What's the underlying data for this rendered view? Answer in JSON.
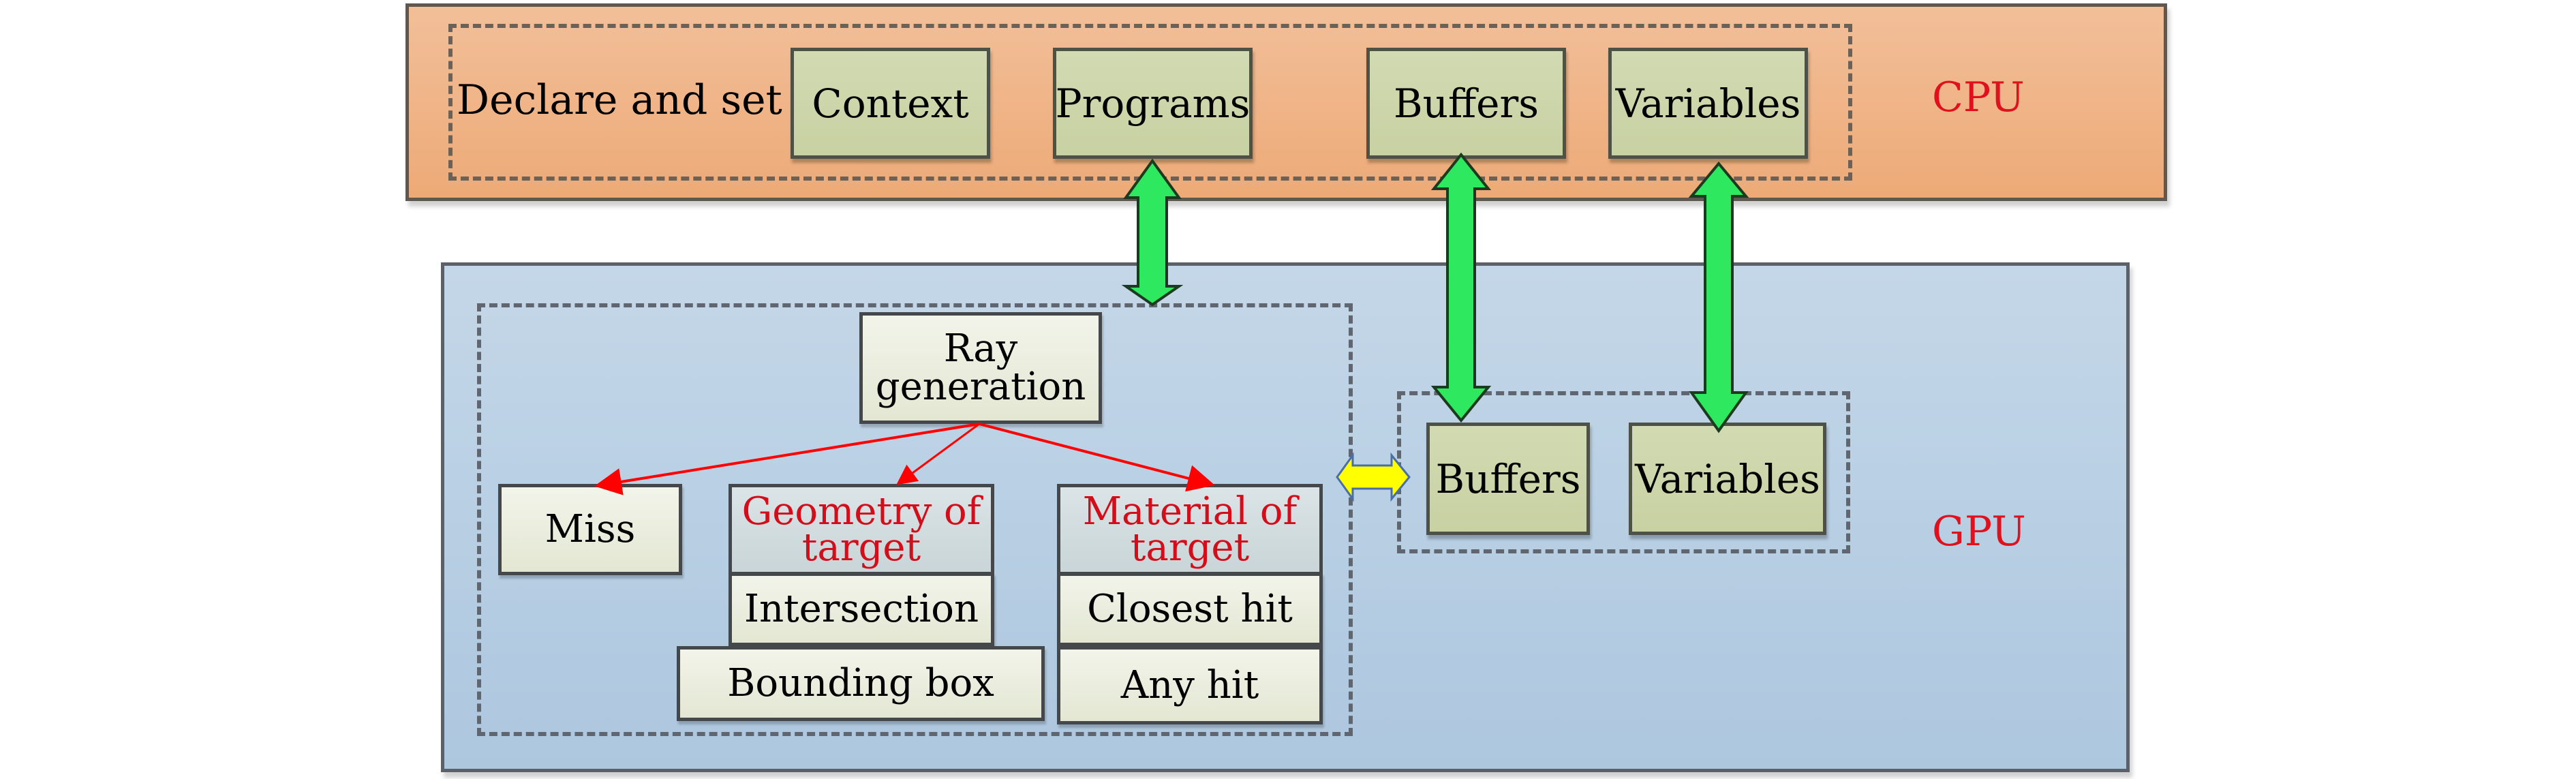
{
  "cpu": {
    "label": "CPU",
    "group_label": "Declare and set",
    "boxes": [
      "Context",
      "Programs",
      "Buffers",
      "Variables"
    ]
  },
  "gpu": {
    "label": "GPU",
    "ray_generation": "Ray generation",
    "miss": "Miss",
    "geometry": {
      "header": "Geometry of target",
      "programs": [
        "Intersection",
        "Bounding box"
      ]
    },
    "material": {
      "header": "Material of target",
      "programs": [
        "Closest hit",
        "Any hit"
      ]
    },
    "memory_boxes": [
      "Buffers",
      "Variables"
    ]
  },
  "connections": [
    {
      "from": "cpu.Programs",
      "to": "gpu.program-group",
      "type": "bidirectional",
      "color": "#2ee860"
    },
    {
      "from": "cpu.Buffers",
      "to": "gpu.Buffers",
      "type": "bidirectional",
      "color": "#2ee860"
    },
    {
      "from": "cpu.Variables",
      "to": "gpu.Variables",
      "type": "bidirectional",
      "color": "#2ee860"
    },
    {
      "from": "gpu.program-group",
      "to": "gpu.memory-group",
      "type": "bidirectional",
      "color": "#ffff00"
    },
    {
      "from": "gpu.Ray generation",
      "to": "gpu.Miss",
      "type": "directed",
      "color": "#ff0000"
    },
    {
      "from": "gpu.Ray generation",
      "to": "gpu.Geometry of target",
      "type": "directed",
      "color": "#ff0000"
    },
    {
      "from": "gpu.Ray generation",
      "to": "gpu.Material of target",
      "type": "directed",
      "color": "#ff0000"
    }
  ],
  "colors": {
    "cpu_panel": "#efb385",
    "gpu_panel": "#b9cfe4",
    "label_red": "#e0101c",
    "arrow_green": "#2ee860",
    "arrow_yellow": "#ffff00"
  }
}
